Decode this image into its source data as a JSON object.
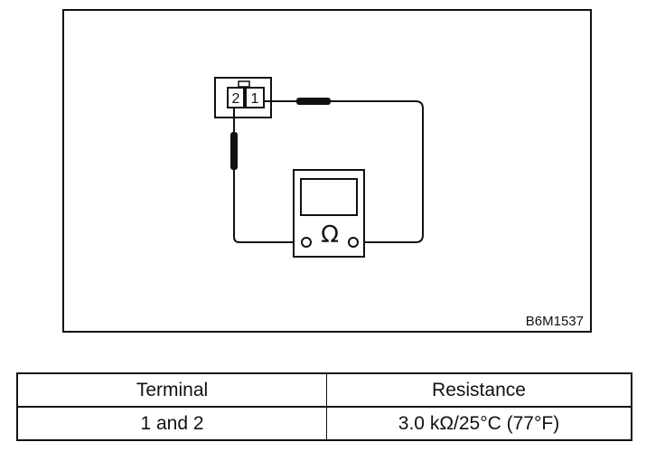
{
  "figure": {
    "code": "B6M1537",
    "connector_pins": [
      "2",
      "1"
    ],
    "meter_symbol": "Ω",
    "meter_icon": "ohmmeter-icon"
  },
  "table": {
    "headers": [
      "Terminal",
      "Resistance"
    ],
    "rows": [
      [
        "1 and 2",
        "3.0 kΩ/25°C (77°F)"
      ]
    ]
  }
}
